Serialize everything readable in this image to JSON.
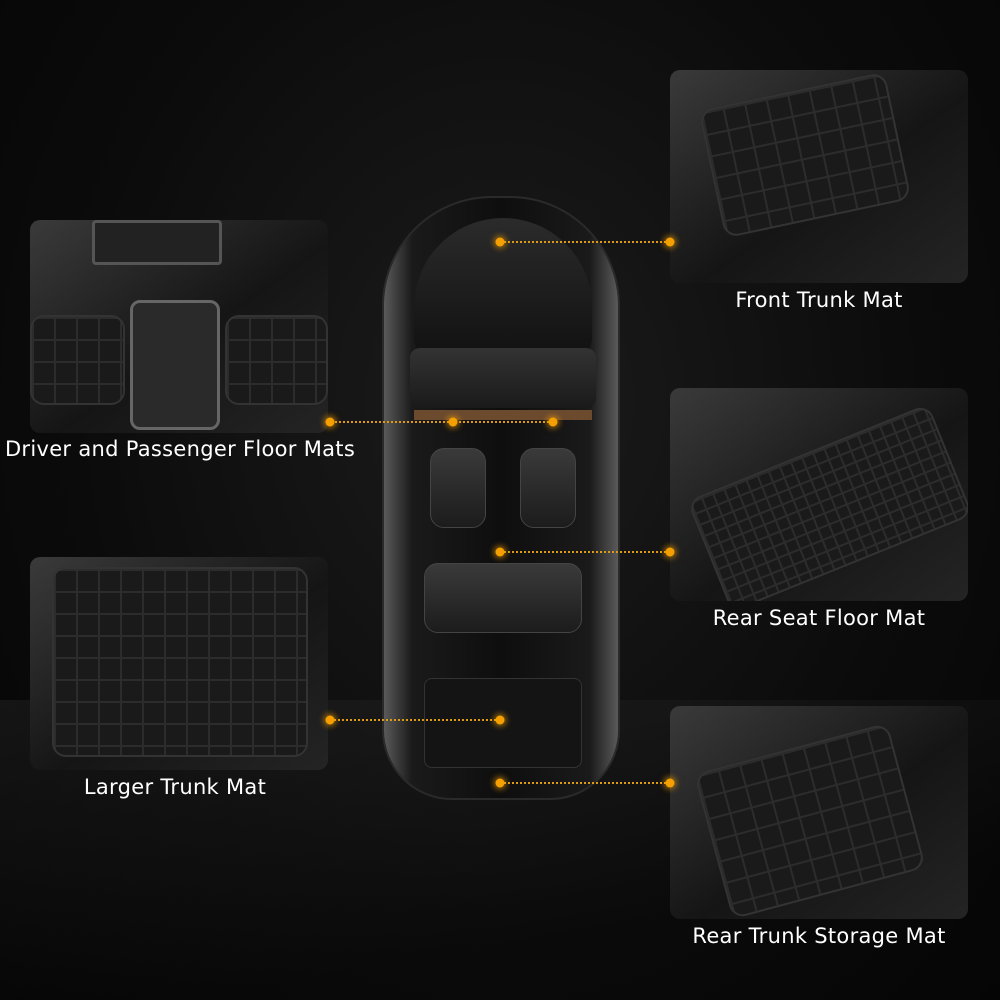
{
  "labels": {
    "front_trunk": "Front Trunk Mat",
    "driver_passenger": "Driver and Passenger Floor Mats",
    "rear_seat": "Rear Seat Floor Mat",
    "larger_trunk": "Larger Trunk Mat",
    "rear_trunk_storage": "Rear Trunk Storage Mat"
  },
  "colors": {
    "accent_dot": "#f5a000",
    "background": "#0b0b0b",
    "text": "#ffffff"
  }
}
